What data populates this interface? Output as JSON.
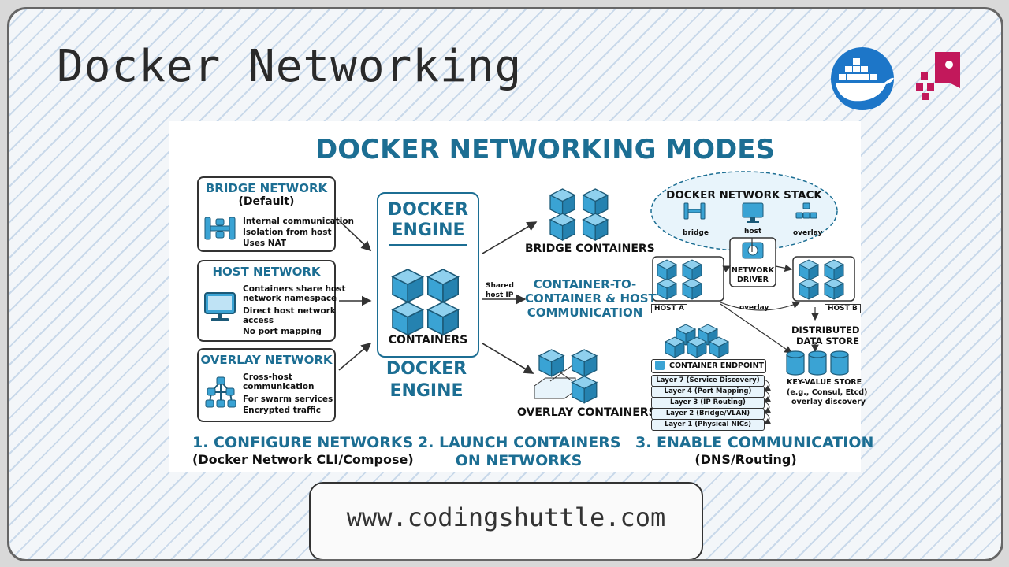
{
  "title": "Docker Networking",
  "icons": {
    "docker": "docker-whale-logo",
    "brand": "coding-shuttle-logo",
    "bridge": "bridge-network-icon",
    "host": "monitor-icon",
    "overlay": "mesh-network-icon"
  },
  "colors": {
    "heading_blue": "#1c6e93",
    "container_blue": "#3aa3d4",
    "docker_blue": "#1d76c8",
    "brand_red": "#c2185b"
  },
  "diagram": {
    "heading": "DOCKER NETWORKING MODES",
    "bridge": {
      "title": "BRIDGE NETWORK",
      "subtitle": "(Default)",
      "lines": [
        "Internal communication",
        "Isolation from host",
        "Uses NAT"
      ]
    },
    "host": {
      "title": "HOST NETWORK",
      "lines": [
        "Containers share host",
        "network namespace",
        "Direct host network",
        "access",
        "No port mapping"
      ]
    },
    "overlay": {
      "title": "OVERLAY NETWORK",
      "lines": [
        "Cross-host",
        "communication",
        "For swarm services",
        "Encrypted traffic"
      ]
    },
    "engine": {
      "title_line1": "DOCKER",
      "title_line2": "ENGINE",
      "containers_label": "CONTAINERS",
      "below_line1": "DOCKER",
      "below_line2": "ENGINE"
    },
    "middle": {
      "bridge_containers": "BRIDGE CONTAINERS",
      "shared_line1": "Shared",
      "shared_line2": "host IP",
      "comm_line1": "CONTAINER-TO-",
      "comm_line2": "CONTAINER & HOST",
      "comm_line3": "COMMUNICATION",
      "overlay_containers": "OVERLAY CONTAINERS"
    },
    "stack": {
      "title": "DOCKER NETWORK STACK",
      "bridge": "bridge",
      "host": "host",
      "overlay": "overlay",
      "driver_line1": "NETWORK",
      "driver_line2": "DRIVER",
      "host_a": "HOST A",
      "host_b": "HOST B",
      "overlay_link": "overlay",
      "store_line1": "DISTRIBUTED",
      "store_line2": "DATA STORE",
      "endpoint": "CONTAINER ENDPOINT",
      "layers": [
        "Layer 7 (Service Discovery)",
        "Layer 4 (Port Mapping)",
        "Layer 3 (IP Routing)",
        "Layer 2 (Bridge/VLAN)",
        "Layer 1 (Physical NICs)"
      ],
      "kv_line1": "KEY-VALUE STORE",
      "kv_line2": "(e.g., Consul, Etcd)",
      "kv_line3": "overlay discovery"
    },
    "steps": {
      "step1_line1": "1. CONFIGURE NETWORKS",
      "step1_line2": "(Docker Network CLI/Compose)",
      "step2_line1": "2. LAUNCH CONTAINERS",
      "step2_line2": "ON NETWORKS",
      "step3_line1": "3. ENABLE COMMUNICATION",
      "step3_line2": "(DNS/Routing)"
    }
  },
  "footer": {
    "url": "www.codingshuttle.com"
  }
}
